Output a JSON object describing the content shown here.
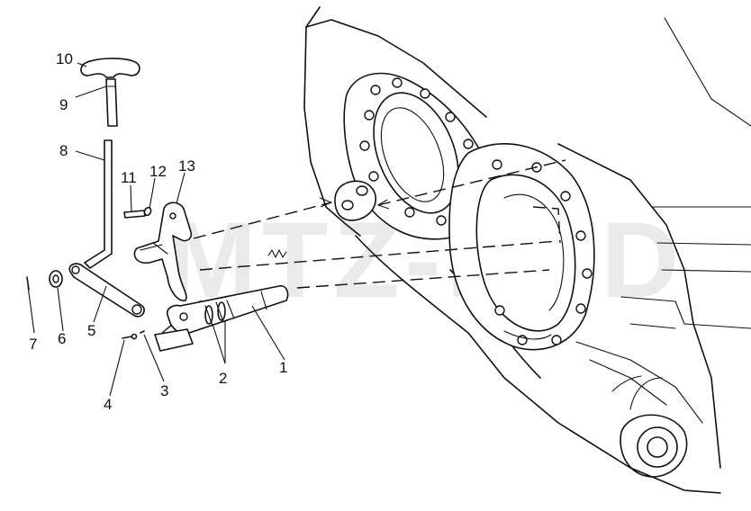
{
  "watermark": "MTZ-RTD",
  "callouts": {
    "c1": "1",
    "c2": "2",
    "c3": "3",
    "c4": "4",
    "c5": "5",
    "c6": "6",
    "c7": "7",
    "c8": "8",
    "c9": "9",
    "c10": "10",
    "c11": "11",
    "c12": "12",
    "c13": "13"
  }
}
